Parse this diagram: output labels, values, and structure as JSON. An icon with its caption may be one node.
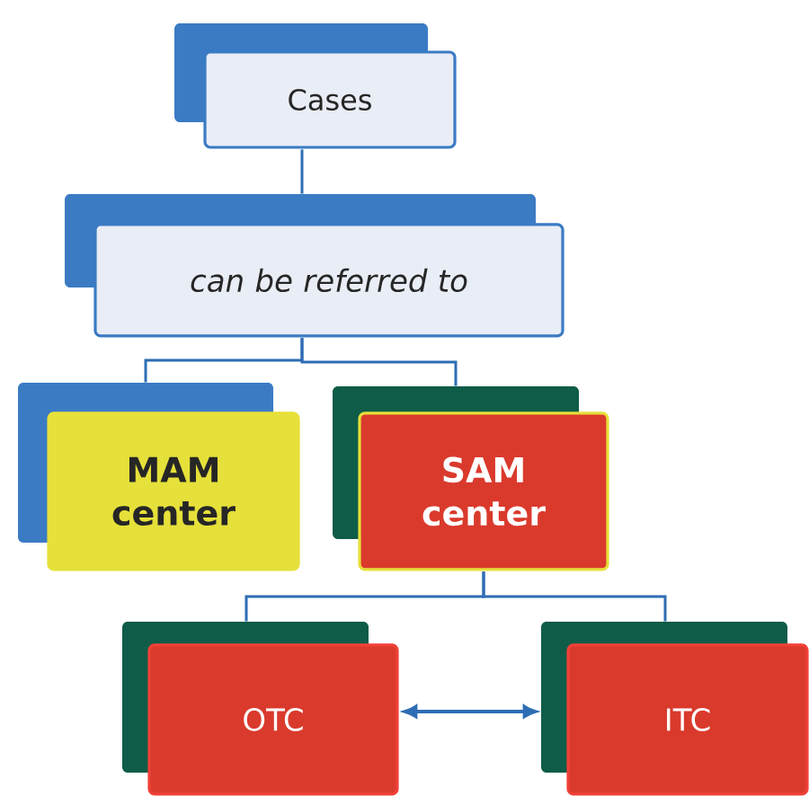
{
  "diagram": {
    "nodes": [
      {
        "text": [
          "Cases"
        ]
      },
      {
        "text": [
          "can be referred to"
        ]
      },
      {
        "text": [
          "MAM center"
        ]
      },
      {
        "text": [
          "SAM center"
        ]
      },
      {
        "text": [
          "OTC"
        ]
      },
      {
        "text": [
          "ITC"
        ]
      }
    ],
    "edges": [
      {
        "from": 0,
        "to": 1,
        "arrow": "none"
      },
      {
        "from": 1,
        "to": 2,
        "arrow": "none"
      },
      {
        "from": 1,
        "to": 3,
        "arrow": "none"
      },
      {
        "from": 3,
        "to": 4,
        "arrow": "none"
      },
      {
        "from": 3,
        "to": 5,
        "arrow": "none"
      },
      {
        "from": 4,
        "to": 5,
        "arrow": "both"
      }
    ]
  }
}
